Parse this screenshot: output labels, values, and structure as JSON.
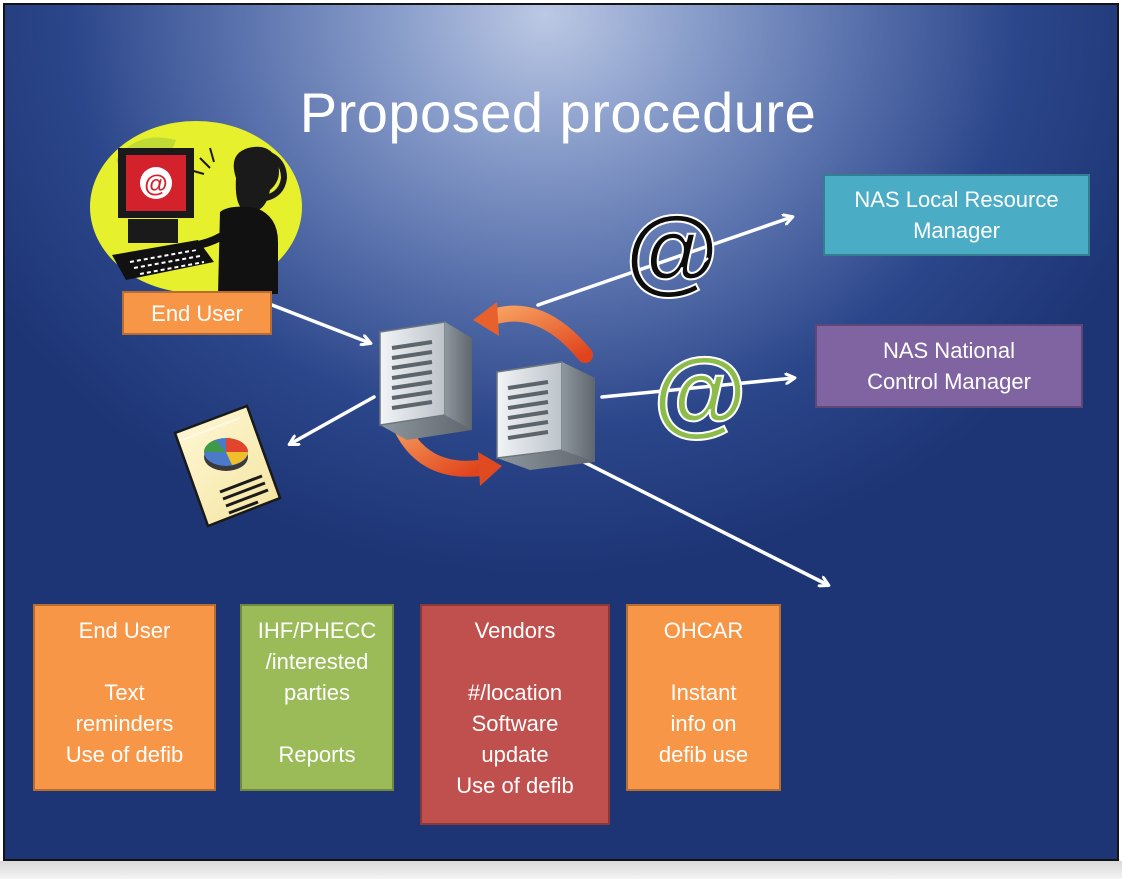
{
  "slide": {
    "title": "Proposed procedure",
    "colors": {
      "orange": "#f79646",
      "teal": "#4bacc6",
      "purple": "#8064a2",
      "green": "#9bbb59",
      "red": "#c0504d",
      "background": "#2b468a"
    }
  },
  "nodes": {
    "end_user_label": "End User",
    "local_resource_manager": "NAS Local Resource\nManager",
    "national_control_manager": "NAS National\nControl Manager"
  },
  "icons": [
    "person-at-computer-icon",
    "server-icon",
    "sync-arrows-icon",
    "at-sign-icon",
    "report-document-icon",
    "pie-chart-icon"
  ],
  "stakeholder_boxes": [
    {
      "text": "End User\n\nText\nreminders\nUse of defib",
      "color": "orange"
    },
    {
      "text": "IHF/PHECC\n/interested\nparties\n\nReports",
      "color": "green"
    },
    {
      "text": "Vendors\n\n#/location\nSoftware\nupdate\nUse of defib",
      "color": "red"
    },
    {
      "text": "OHCAR\n\nInstant\ninfo on\ndefib use",
      "color": "orange"
    }
  ]
}
